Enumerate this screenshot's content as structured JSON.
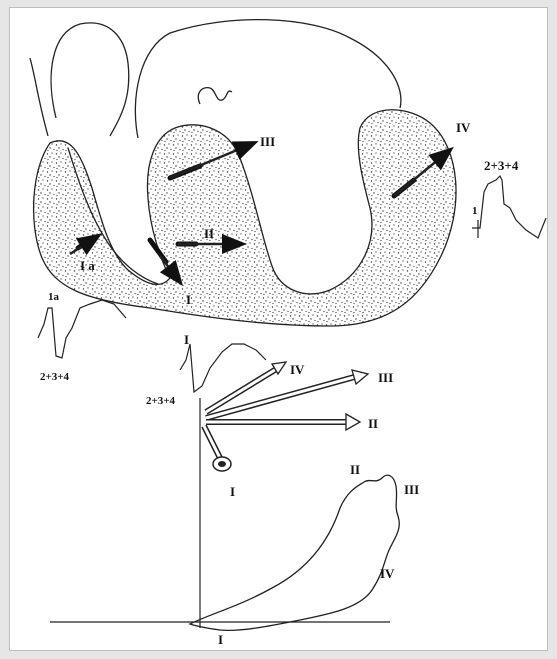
{
  "labels": {
    "vector_I_wall": "I",
    "vector_Ia": "I a",
    "vector_II_wall": "II",
    "vector_III_wall": "III",
    "vector_IV_wall": "IV",
    "ecg_right_top": "2+3+4",
    "ecg_right_small": "1",
    "ecg_left_top": "1a",
    "ecg_left_bottom": "2+3+4",
    "ecg_mid_top": "I",
    "vector_origin": "2+3+4",
    "arrow_IV": "IV",
    "arrow_III": "III",
    "arrow_II": "II",
    "arrow_I": "I",
    "loop_II": "II",
    "loop_III": "III",
    "loop_IV": "IV",
    "loop_I": "I"
  },
  "colors": {
    "background": "#e6e6e6",
    "panel": "#ffffff",
    "ink": "#222222"
  }
}
